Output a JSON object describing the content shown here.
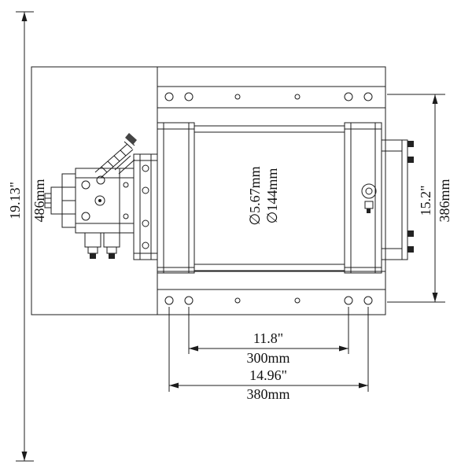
{
  "colors": {
    "line": "#1c1c1c",
    "background": "#ffffff"
  },
  "dimensions": {
    "height_overall": {
      "inches": "19.13\"",
      "mm": "486mm"
    },
    "height_mount": {
      "inches": "15.2\"",
      "mm": "386mm"
    },
    "drum_diameter": {
      "primary": "∅5.67mm",
      "secondary": "∅144mm"
    },
    "bolt_span": {
      "inches": "11.8\"",
      "mm": "300mm"
    },
    "width_mount": {
      "inches": "14.96\"",
      "mm": "380mm"
    }
  }
}
